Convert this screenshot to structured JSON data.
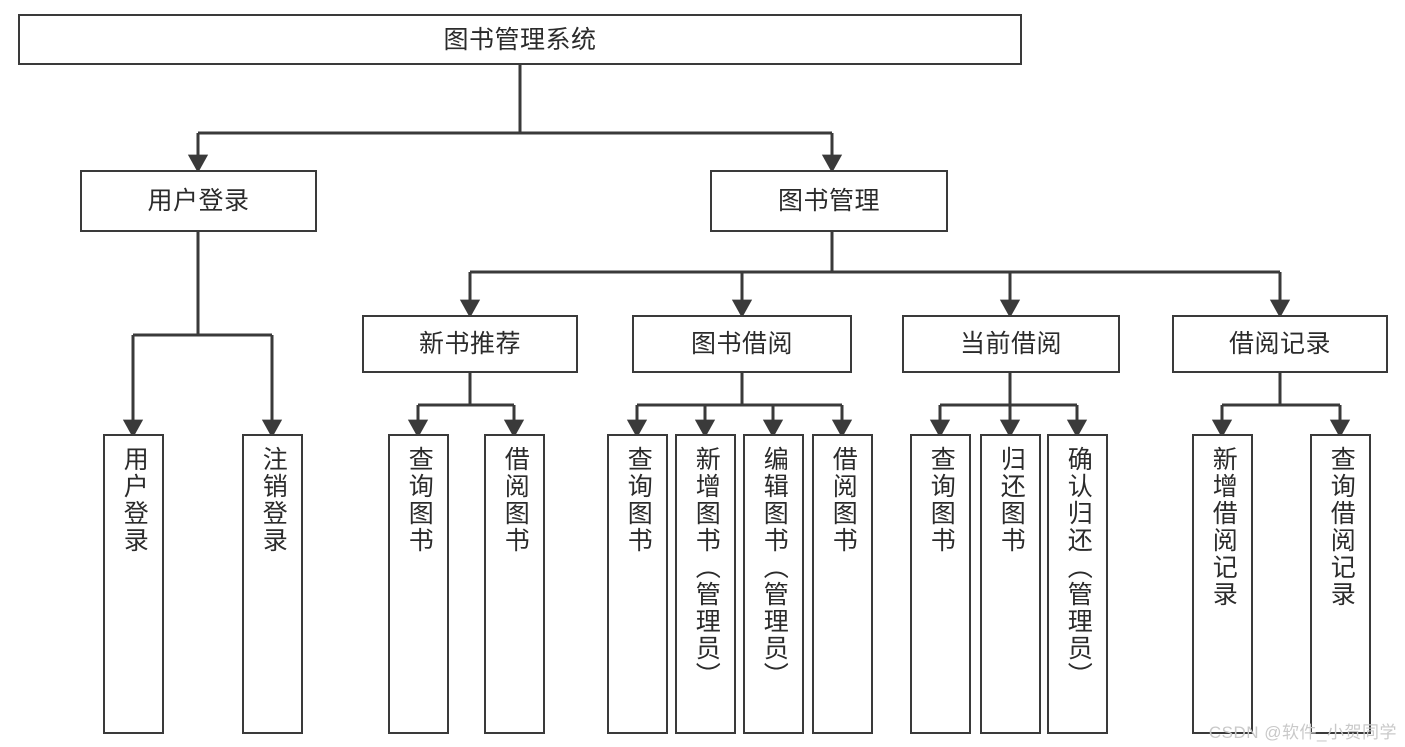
{
  "diagram": {
    "title": "图书管理系统",
    "type": "tree-hierarchy",
    "stroke_color": "#3a3a3a",
    "fill_color": "#ffffff",
    "text_color": "#2b2b2b",
    "watermark": "CSDN @软件_小贺同学",
    "levels": {
      "root": {
        "label": "图书管理系统"
      },
      "level2": [
        {
          "label": "用户登录"
        },
        {
          "label": "图书管理"
        }
      ],
      "level3": [
        {
          "label": "新书推荐"
        },
        {
          "label": "图书借阅"
        },
        {
          "label": "当前借阅"
        },
        {
          "label": "借阅记录"
        }
      ],
      "leaves": {
        "user_login": [
          {
            "label": "用户登录"
          },
          {
            "label": "注销登录"
          }
        ],
        "new_book_recommend": [
          {
            "label": "查询图书"
          },
          {
            "label": "借阅图书"
          }
        ],
        "book_borrow": [
          {
            "label": "查询图书"
          },
          {
            "label": "新增图书（管理员）"
          },
          {
            "label": "编辑图书（管理员）"
          },
          {
            "label": "借阅图书"
          }
        ],
        "current_borrow": [
          {
            "label": "查询图书"
          },
          {
            "label": "归还图书"
          },
          {
            "label": "确认归还（管理员）"
          }
        ],
        "borrow_record": [
          {
            "label": "新增借阅记录"
          },
          {
            "label": "查询借阅记录"
          }
        ]
      }
    }
  }
}
